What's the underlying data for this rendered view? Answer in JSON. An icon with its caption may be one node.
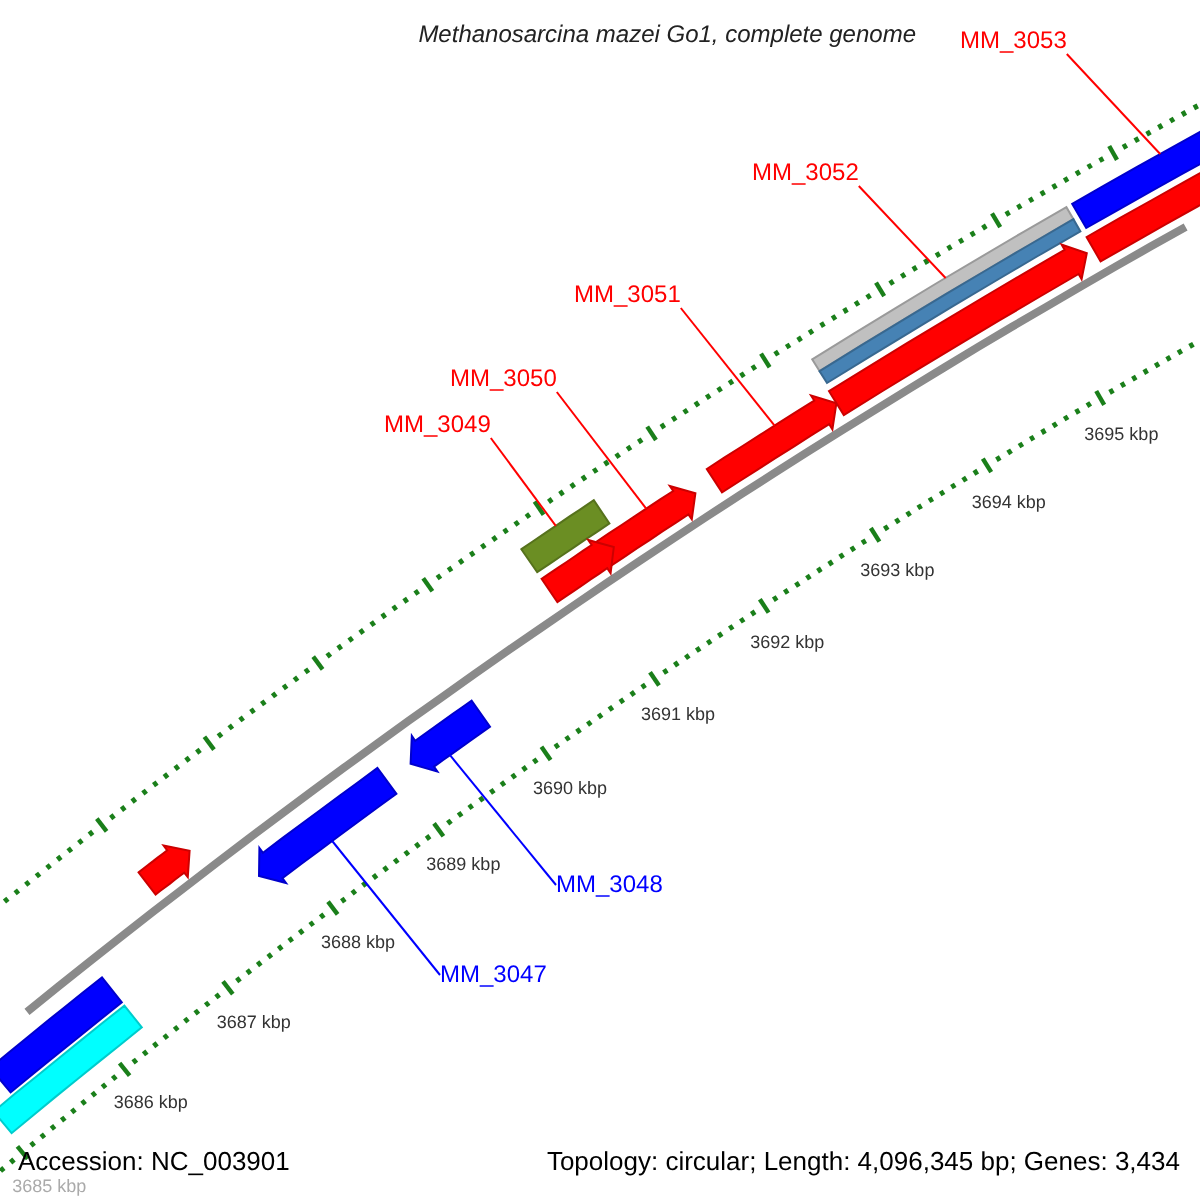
{
  "diagram": {
    "title": "Methanosarcina mazei Go1, complete genome",
    "nodes": [
      {
        "text": [
          "MM_3053"
        ]
      },
      {
        "text": [
          "MM_3052"
        ]
      },
      {
        "text": [
          "MM_3051"
        ]
      },
      {
        "text": [
          "MM_3050"
        ]
      },
      {
        "text": [
          "MM_3049"
        ]
      },
      {
        "text": [
          "MM_3048"
        ]
      },
      {
        "text": [
          "MM_3047"
        ]
      },
      {
        "text": [],
        "shape": "bar"
      },
      {
        "text": [],
        "shape": "bar"
      },
      {
        "text": [],
        "shape": "bar"
      },
      {
        "text": [],
        "shape": "bar"
      },
      {
        "text": [],
        "shape": "bar"
      },
      {
        "text": [],
        "shape": "bar"
      },
      {
        "text": [],
        "shape": "bar"
      },
      {
        "text": [],
        "shape": "bar"
      },
      {
        "text": [],
        "shape": "bar"
      },
      {
        "text": [],
        "shape": "bar"
      },
      {
        "text": [],
        "shape": "bar"
      },
      {
        "text": [],
        "shape": "bar"
      },
      {
        "text": [],
        "shape": "bar"
      }
    ],
    "edges": [
      {
        "from": 0,
        "to": 7,
        "arrow": "none"
      },
      {
        "from": 1,
        "to": 8,
        "arrow": "none"
      },
      {
        "from": 2,
        "to": 9,
        "arrow": "none"
      },
      {
        "from": 3,
        "to": 10,
        "arrow": "none"
      },
      {
        "from": 4,
        "to": 11,
        "arrow": "none"
      },
      {
        "from": 5,
        "to": 12,
        "arrow": "none",
        "color": "#0000ff"
      },
      {
        "from": 6,
        "to": 13,
        "arrow": "none",
        "color": "#0000ff"
      }
    ],
    "labels": [
      "3695 kbp",
      "3694 kbp",
      "3693 kbp",
      "3692 kbp",
      "3691 kbp",
      "3690 kbp",
      "3689 kbp",
      "3688 kbp",
      "3687 kbp",
      "3686 kbp",
      "3685 kbp",
      "Accession: NC_003901",
      "Topology: circular; Length: 4,096,345 bp; Genes: 3,434"
    ]
  }
}
